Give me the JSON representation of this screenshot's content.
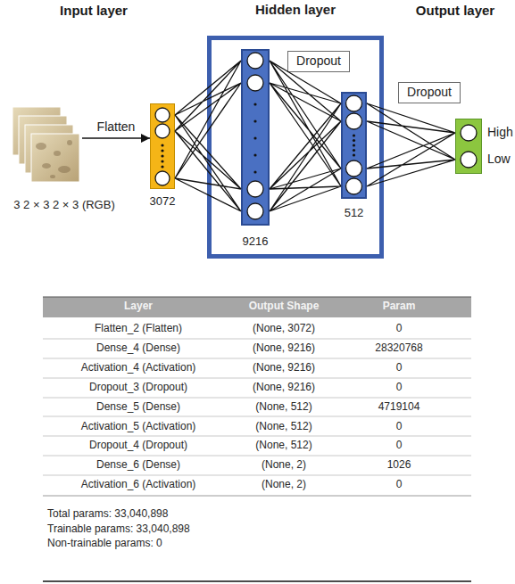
{
  "diagram": {
    "nodes": [
      {
        "text": [
          "3 2 × 3 2 × 3 (RGB)"
        ]
      },
      {
        "text": [
          "3072"
        ]
      },
      {
        "text": [
          "Hidden layer"
        ]
      },
      {
        "text": [
          "9216"
        ],
        "in": 2
      },
      {
        "text": [
          "Dropout"
        ],
        "in": 2
      },
      {
        "text": [
          "512"
        ],
        "in": 2
      },
      {
        "text": [
          "Dropout"
        ]
      },
      {
        "text": [
          "High",
          "Low"
        ]
      }
    ],
    "edges": [
      {
        "from": 0,
        "to": 1,
        "label": "Flatten",
        "arrow": "to"
      },
      {
        "from": 1,
        "to": 3,
        "arrow": "none"
      },
      {
        "from": 3,
        "to": 5,
        "arrow": "none"
      },
      {
        "from": 5,
        "to": 7,
        "arrow": "none"
      }
    ],
    "labels": [
      "Input layer",
      "Output layer",
      "Layer",
      "Output Shape",
      "Param",
      "Flatten_2 (Flatten)",
      "(None, 3072)",
      "0",
      "Dense_4 (Dense)",
      "(None, 9216)",
      "28320768",
      "Activation_4 (Activation)",
      "(None, 9216)",
      "0",
      "Dropout_3 (Dropout)",
      "(None, 9216)",
      "0",
      "Dense_5 (Dense)",
      "(None, 512)",
      "4719104",
      "Activation_5 (Activation)",
      "(None, 512)",
      "0",
      "Dropout_4 (Dropout)",
      "(None, 512)",
      "0",
      "Dense_6 (Dense)",
      "(None, 2)",
      "1026",
      "Activation_6 (Activation)",
      "(None, 2)",
      "0",
      "Total params: 33,040,898",
      "Trainable params: 33,040,898",
      "Non-trainable params: 0"
    ]
  }
}
